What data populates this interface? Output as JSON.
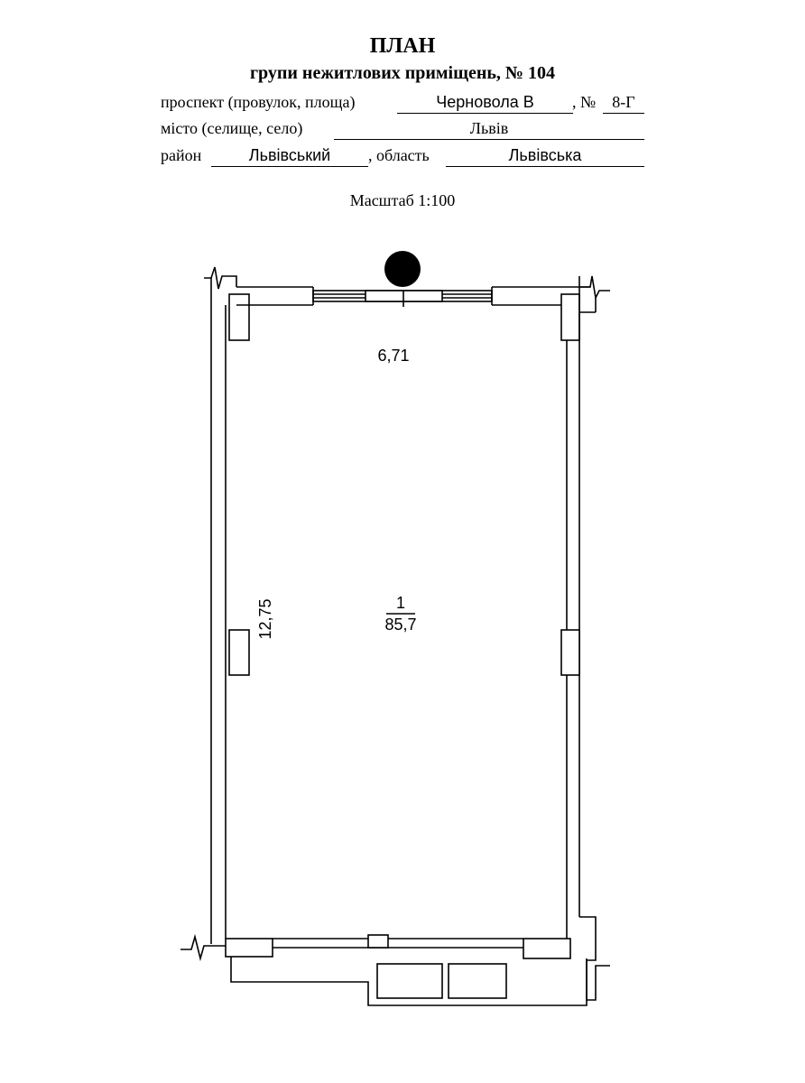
{
  "header": {
    "title": "ПЛАН",
    "subtitle": "групи нежитлових приміщень, № 104"
  },
  "address": {
    "street_label": "проспект (провулок, площа)",
    "street_value": "Черновола В",
    "number_label": ", № ",
    "number_value": "8-Г",
    "city_label": "місто (селище, село)",
    "city_value": "Львів",
    "district_label": "район",
    "district_value": "Львівський",
    "region_label": ", область",
    "region_value": "Львівська"
  },
  "scale": "Масштаб 1:100",
  "plan": {
    "width_label": "6,71",
    "length_label": "12,75",
    "room_number": "1",
    "room_area": "85,7"
  }
}
